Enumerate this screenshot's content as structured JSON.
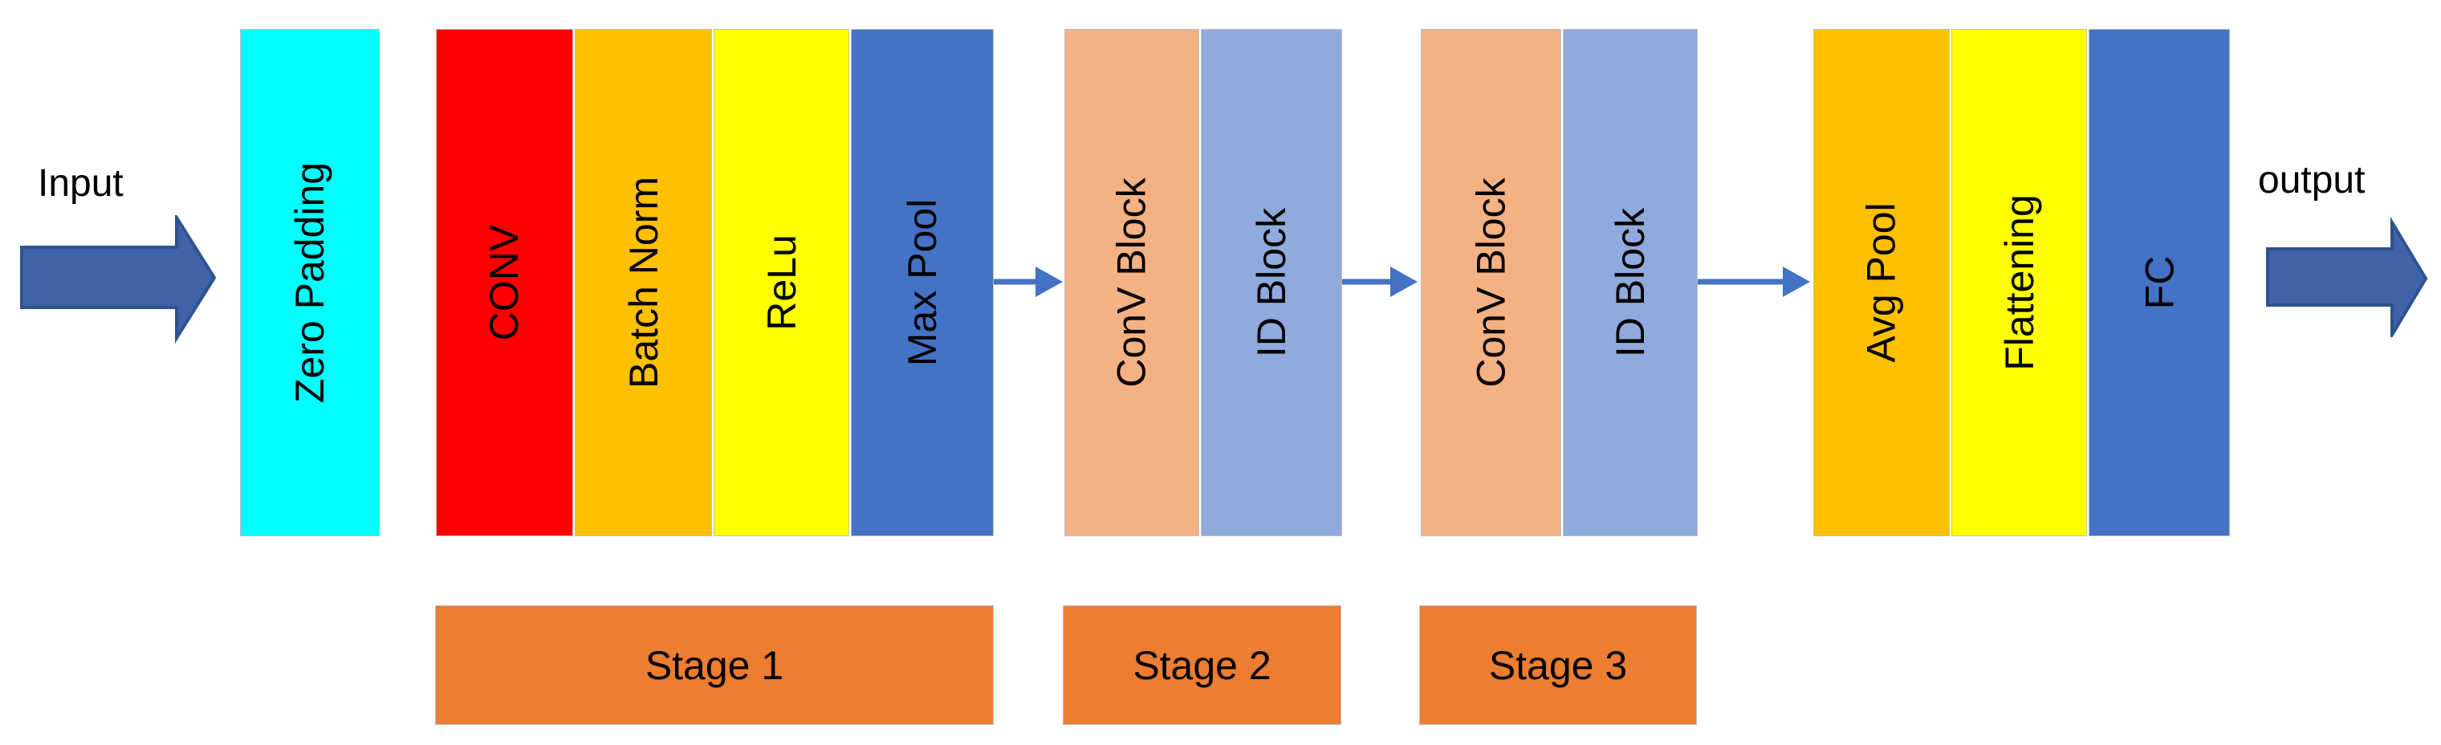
{
  "diagram": {
    "description": "CNN / ResNet style architecture pipeline diagram",
    "background": "#FFFFFF",
    "text_color": "#000000",
    "border_color": "#BFBFBF"
  },
  "labels": {
    "input": "Input",
    "output": "output"
  },
  "pipeline": {
    "blocks": [
      {
        "id": "zero-padding",
        "label": "Zero Padding",
        "color": "#00FFFF"
      },
      {
        "id": "conv",
        "label": "CONV",
        "color": "#FF0000"
      },
      {
        "id": "batch-norm",
        "label": "Batch Norm",
        "color": "#FFC000"
      },
      {
        "id": "relu",
        "label": "ReLu",
        "color": "#FFFF00"
      },
      {
        "id": "max-pool",
        "label": "Max Pool",
        "color": "#4472C4"
      },
      {
        "id": "conv-block-2",
        "label": "ConV Block",
        "color": "#F4B183"
      },
      {
        "id": "id-block-2",
        "label": "ID Block",
        "color": "#8FAADC"
      },
      {
        "id": "conv-block-3",
        "label": "ConV Block",
        "color": "#F4B183"
      },
      {
        "id": "id-block-3",
        "label": "ID Block",
        "color": "#8FAADC"
      },
      {
        "id": "avg-pool",
        "label": "Avg Pool",
        "color": "#FFC000"
      },
      {
        "id": "flattening",
        "label": "Flattening",
        "color": "#FFFF00"
      },
      {
        "id": "fc",
        "label": "FC",
        "color": "#4472C4"
      }
    ]
  },
  "stages": [
    {
      "id": "stage-1",
      "label": "Stage 1",
      "color": "#ED7D31"
    },
    {
      "id": "stage-2",
      "label": "Stage 2",
      "color": "#ED7D31"
    },
    {
      "id": "stage-3",
      "label": "Stage 3",
      "color": "#ED7D31"
    }
  ],
  "arrows": {
    "big_fill": "#3F63A8",
    "big_stroke": "#2F528F",
    "thin_color": "#4472C4"
  }
}
